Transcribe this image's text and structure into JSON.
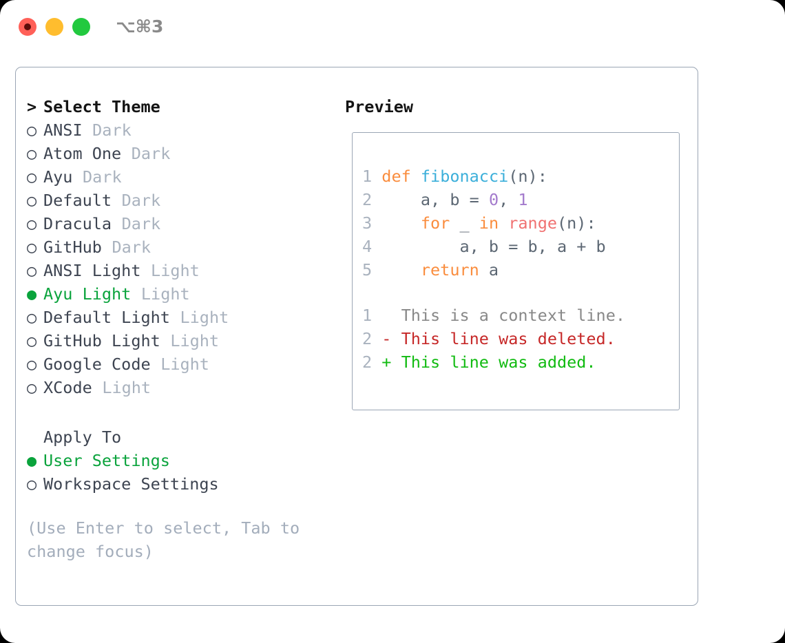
{
  "window": {
    "shortcut": "⌥⌘3",
    "lights": [
      "close",
      "minimize",
      "maximize"
    ]
  },
  "theme_list": {
    "header": {
      "prefix": ">",
      "label": "Select Theme"
    },
    "items": [
      {
        "marker": "○",
        "name": "ANSI",
        "variant": "Dark",
        "selected": false
      },
      {
        "marker": "○",
        "name": "Atom One",
        "variant": "Dark",
        "selected": false
      },
      {
        "marker": "○",
        "name": "Ayu",
        "variant": "Dark",
        "selected": false
      },
      {
        "marker": "○",
        "name": "Default",
        "variant": "Dark",
        "selected": false
      },
      {
        "marker": "○",
        "name": "Dracula",
        "variant": "Dark",
        "selected": false
      },
      {
        "marker": "○",
        "name": "GitHub",
        "variant": "Dark",
        "selected": false
      },
      {
        "marker": "○",
        "name": "ANSI Light",
        "variant": "Light",
        "selected": false
      },
      {
        "marker": "●",
        "name": "Ayu Light",
        "variant": "Light",
        "selected": true
      },
      {
        "marker": "○",
        "name": "Default Light",
        "variant": "Light",
        "selected": false
      },
      {
        "marker": "○",
        "name": "GitHub Light",
        "variant": "Light",
        "selected": false
      },
      {
        "marker": "○",
        "name": "Google Code",
        "variant": "Light",
        "selected": false
      },
      {
        "marker": "○",
        "name": "XCode",
        "variant": "Light",
        "selected": false
      }
    ]
  },
  "apply_to": {
    "header": "Apply To",
    "items": [
      {
        "marker": "●",
        "name": "User Settings",
        "selected": true
      },
      {
        "marker": "○",
        "name": "Workspace Settings",
        "selected": false
      }
    ]
  },
  "hint": "(Use Enter to select, Tab to change focus)",
  "preview": {
    "title": "Preview",
    "code_lines": [
      {
        "no": "1",
        "tokens": [
          {
            "t": "def",
            "c": "kw"
          },
          {
            "t": " ",
            "c": "plain"
          },
          {
            "t": "fibonacci",
            "c": "fn"
          },
          {
            "t": "(n):",
            "c": "plain"
          }
        ]
      },
      {
        "no": "2",
        "tokens": [
          {
            "t": "    a, b = ",
            "c": "plain"
          },
          {
            "t": "0",
            "c": "num"
          },
          {
            "t": ", ",
            "c": "plain"
          },
          {
            "t": "1",
            "c": "num"
          }
        ]
      },
      {
        "no": "3",
        "tokens": [
          {
            "t": "    ",
            "c": "plain"
          },
          {
            "t": "for",
            "c": "kw"
          },
          {
            "t": " _ ",
            "c": "plain"
          },
          {
            "t": "in",
            "c": "kw"
          },
          {
            "t": " ",
            "c": "plain"
          },
          {
            "t": "range",
            "c": "builtin"
          },
          {
            "t": "(n):",
            "c": "plain"
          }
        ]
      },
      {
        "no": "4",
        "tokens": [
          {
            "t": "        a, b = b, a + b",
            "c": "plain"
          }
        ]
      },
      {
        "no": "5",
        "tokens": [
          {
            "t": "    ",
            "c": "plain"
          },
          {
            "t": "return",
            "c": "kw"
          },
          {
            "t": " a",
            "c": "plain"
          }
        ]
      }
    ],
    "diff_lines": [
      {
        "no": "1",
        "text": "  This is a context line.",
        "c": "ctx"
      },
      {
        "no": "2",
        "text": "- This line was deleted.",
        "c": "del"
      },
      {
        "no": "2",
        "text": "+ This line was added.",
        "c": "add"
      }
    ]
  },
  "colors": {
    "accent_green": "#0aa33c",
    "border": "#9aa5b4",
    "muted": "#a9b2be",
    "hint": "#a3adbb",
    "text": "#3d4451",
    "heading": "#141414",
    "kw": "#fa8d3e",
    "fn": "#3bafda",
    "num": "#a37acc",
    "builtin": "#f07171",
    "diff_del": "#c62828",
    "diff_add": "#11bb11"
  }
}
